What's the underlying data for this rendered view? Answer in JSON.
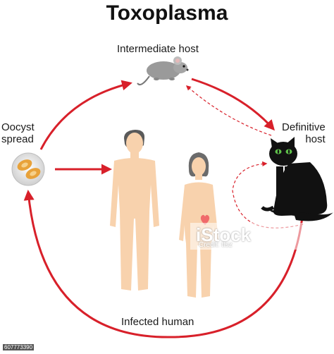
{
  "title": "Toxoplasma",
  "labels": {
    "intermediate_host": "Intermediate host",
    "definitive_host_line1": "Definitive",
    "definitive_host_line2": "host",
    "oocyst_line1": "Oocyst",
    "oocyst_line2": "spread",
    "infected_human": "Infected human"
  },
  "watermark": {
    "brand": "iStock",
    "credit": "Credit: ttsz",
    "image_id": "607773390"
  },
  "colors": {
    "arrow_red": "#d8202a",
    "skin": "#f8d2ad",
    "mouse_gray": "#9a9a9a",
    "cat_black": "#111111",
    "cat_eye_green": "#5fc24a",
    "heart_pink": "#f06a6a"
  },
  "icons": [
    "mouse-icon",
    "cat-icon",
    "oocyst-icon",
    "male-figure-icon",
    "female-figure-icon",
    "heart-icon"
  ]
}
